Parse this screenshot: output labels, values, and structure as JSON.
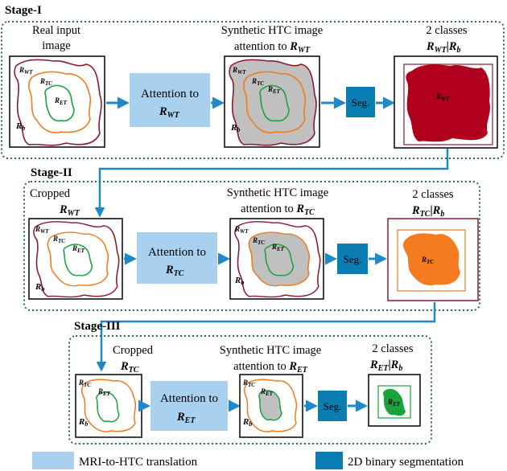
{
  "stages": [
    {
      "title": "Stage-I",
      "input_caption": [
        "Real input",
        "image"
      ],
      "translation_box": [
        "Attention to",
        "R",
        "WT"
      ],
      "synthetic_caption": [
        "Synthetic HTC image",
        "attention to ",
        "R",
        "WT"
      ],
      "seg_label": "Seg.",
      "output_caption": [
        "2 classes",
        "R",
        "WT",
        "|",
        "R",
        "b"
      ]
    },
    {
      "title": "Stage-II",
      "input_caption": [
        "Cropped",
        "R",
        "WT"
      ],
      "translation_box": [
        "Attention to",
        "R",
        "TC"
      ],
      "synthetic_caption": [
        "Synthetic HTC image",
        "attention to ",
        "R",
        "TC"
      ],
      "seg_label": "Seg.",
      "output_caption": [
        "2 classes",
        "R",
        "TC",
        "|",
        "R",
        "b"
      ]
    },
    {
      "title": "Stage-III",
      "input_caption": [
        "Cropped",
        "R",
        "TC"
      ],
      "translation_box": [
        "Attention to",
        "R",
        "ET"
      ],
      "synthetic_caption": [
        "Synthetic HTC image",
        "attention to ",
        "R",
        "ET"
      ],
      "seg_label": "Seg.",
      "output_caption": [
        "2 classes",
        "R",
        "ET",
        "|",
        "R",
        "b"
      ]
    }
  ],
  "region_labels": {
    "wt": [
      "R",
      "WT"
    ],
    "tc": [
      "R",
      "TC"
    ],
    "et": [
      "R",
      "ET"
    ],
    "b": [
      "R",
      "b"
    ]
  },
  "legend": [
    {
      "label": "MRI-to-HTC translation",
      "color": "#a9d1ef"
    },
    {
      "label": "2D binary segmentation",
      "color": "#0a7db3"
    }
  ],
  "colors": {
    "wt": "#8b1a2a",
    "tc": "#f07a1e",
    "et": "#1aa33a",
    "gray": "#c0c0c0",
    "dotted_border": "#2e6b4d",
    "arrow": "#1f89c8"
  }
}
